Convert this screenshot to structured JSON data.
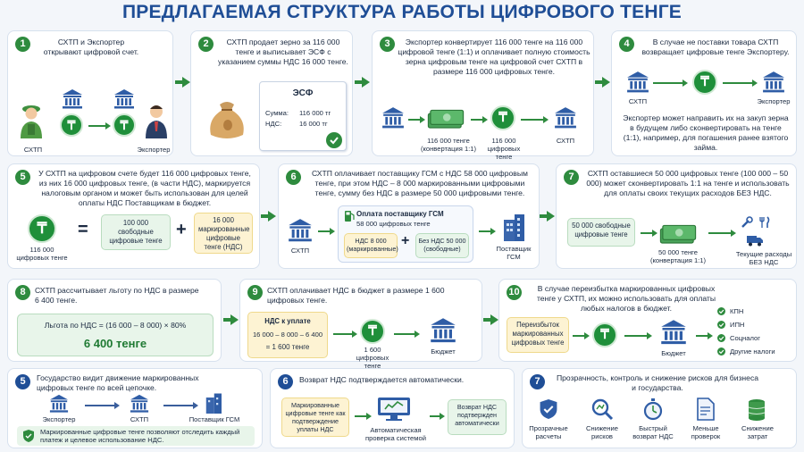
{
  "title": "ПРЕДЛАГАЕМАЯ СТРУКТУРА РАБОТЫ ЦИФРОВОГО ТЕНГЕ",
  "coin_symbol": "₸",
  "colors": {
    "brand_blue": "#1f4e96",
    "green": "#2e8b3e",
    "light_green": "#e8f5ea",
    "yellow": "#fdf3d3"
  },
  "step1": {
    "num": "1",
    "text": "СХТП и Экспортер открывают цифровой счет.",
    "left_label": "СХТП",
    "right_label": "Экспортер"
  },
  "step2": {
    "num": "2",
    "text": "СХТП продает зерно за 116 000 тенге и выписывает ЭСФ с указанием суммы НДС 16 000 тенге.",
    "doc_title": "ЭСФ",
    "sum_label": "Сумма:",
    "sum_value": "116 000 тг",
    "vat_label": "НДС:",
    "vat_value": "16 000 тг"
  },
  "step3": {
    "num": "3",
    "text": "Экспортер конвертирует 116 000 тенге на 116 000 цифровой тенге (1:1) и оплачивает полную стоимость зерна цифровым тенге на цифровой счет СХТП в размере 116 000 цифровых тенге.",
    "cash_label": "116 000 тенге (конвертация 1:1)",
    "coin_label": "116 000 цифровых тенге",
    "dest_label": "СХТП"
  },
  "step4": {
    "num": "4",
    "text": "В случае не поставки товара СХТП возвращает цифровые тенге Экспортеру.",
    "left_label": "СХТП",
    "right_label": "Экспортер",
    "note": "Экспортер может направить их на закуп зерна в будущем либо сконвертировать на тенге (1:1), например, для погашения ранее взятого займа."
  },
  "step5": {
    "num": "5",
    "text": "У СХТП на цифровом счете будет 116 000 цифровых тенге, из них 16 000 цифровых тенге, (в части НДС), маркируется налоговым органом и может быть использован для целей оплаты НДС Поставщикам в бюджет.",
    "coin_label": "116 000 цифровых тенге",
    "eq": "=",
    "plus": "+",
    "free_box": "100 000 свободные цифровые тенге",
    "marked_box": "16 000 маркированные цифровые тенге (НДС)"
  },
  "step6": {
    "num": "6",
    "text": "СХТП оплачивает поставщику ГСМ с НДС 58 000 цифровым тенге, при этом НДС – 8 000 маркированными цифровыми тенге, сумму без НДС в размере 50 000 цифровыми тенге.",
    "from_label": "СХТП",
    "pay_title": "Оплата поставщику ГСМ",
    "pay_amount": "58 000 цифровых тенге",
    "vat_box": "НДС 8 000 (маркированные)",
    "plus": "+",
    "novat_box": "Без НДС 50 000 (свободные)",
    "supplier_label": "Поставщик ГСМ"
  },
  "step7": {
    "num": "7",
    "text": "СХТП оставшиеся 50 000 цифровых тенге (100 000 – 50 000) может сконвертировать 1:1 на тенге и использовать для оплаты своих текущих расходов БЕЗ НДС.",
    "free_box": "50 000 свободные цифровые тенге",
    "cash_label": "50 000 тенге (конвертация 1:1)",
    "expenses_label": "Текущие расходы БЕЗ НДС"
  },
  "step8": {
    "num": "8",
    "text": "СХТП рассчитывает льготу по НДС в размере 6 400 тенге.",
    "formula": "Льгота по НДС = (16 000 – 8 000) × 80%",
    "result": "6 400 тенге"
  },
  "step9": {
    "num": "9",
    "text": "СХТП оплачивает НДС в бюджет в размере 1 600 цифровых тенге.",
    "box_title": "НДС к уплате",
    "box_calc": "16 000 – 8 000 – 6 400",
    "box_result": "= 1 600 тенге",
    "coin_label": "1 600 цифровых тенге",
    "budget_label": "Бюджет"
  },
  "step10": {
    "num": "10",
    "text": "В случае переизбытка маркированных цифровых тенге у СХТП, их можно использовать для оплаты любых налогов в бюджет.",
    "box": "Переизбыток маркированных цифровых тенге",
    "budget_label": "Бюджет",
    "taxes": [
      "КПН",
      "ИПН",
      "Соцналог",
      "Другие налоги"
    ]
  },
  "bottom1": {
    "num": "5",
    "text": "Государство видит движение маркированных цифровых тенге по всей цепочке.",
    "labels": [
      "Экспортер",
      "СХТП",
      "Поставщик ГСМ"
    ],
    "note": "Маркированные цифровые тенге позволяют отследить каждый платеж и целевое использование НДС."
  },
  "bottom2": {
    "num": "6",
    "text": "Возврат НДС подтверждается автоматически.",
    "left_box": "Маркированные цифровые тенге как подтверждение уплаты НДС",
    "mid_label": "Автоматическая проверка системой",
    "right_box": "Возврат НДС подтвержден автоматически"
  },
  "bottom3": {
    "num": "7",
    "text": "Прозрачность, контроль и снижение рисков для бизнеса и государства.",
    "items": [
      "Прозрачные расчеты",
      "Снижение рисков",
      "Быстрый возврат НДС",
      "Меньше проверок",
      "Снижение затрат"
    ]
  }
}
